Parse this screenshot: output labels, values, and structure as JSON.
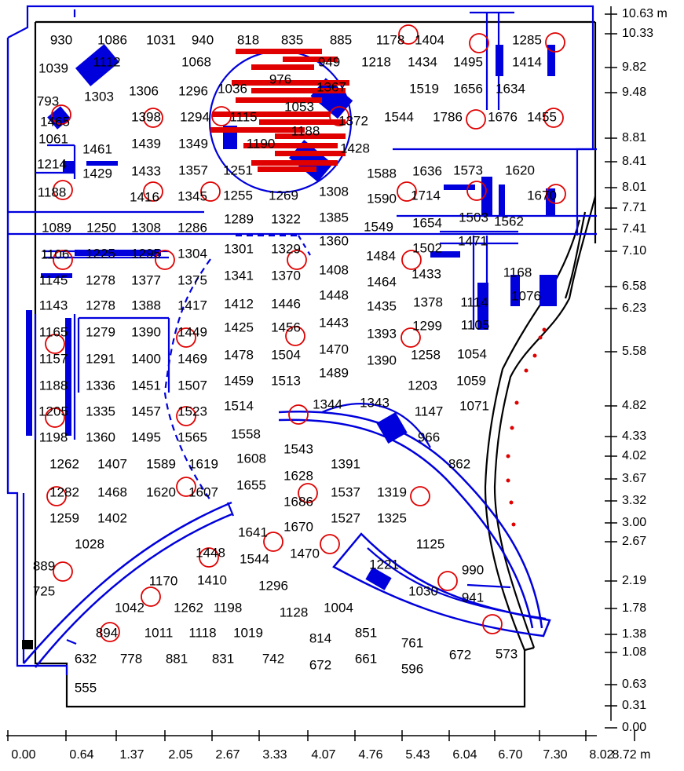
{
  "units": "m",
  "scale": {
    "right_ticks": [
      "10.63",
      "10.33",
      "9.82",
      "9.48",
      "8.81",
      "8.41",
      "8.01",
      "7.71",
      "7.41",
      "7.10",
      "6.58",
      "6.23",
      "5.58",
      "4.82",
      "4.33",
      "4.02",
      "3.67",
      "3.32",
      "3.00",
      "2.67",
      "2.19",
      "1.78",
      "1.38",
      "1.08",
      "0.63",
      "0.31",
      "0.00"
    ],
    "bottom_ticks": [
      "0.00",
      "0.64",
      "1.37",
      "2.05",
      "2.67",
      "3.33",
      "4.07",
      "4.76",
      "5.43",
      "6.04",
      "6.70",
      "7.30",
      "8.02",
      "8.72"
    ]
  },
  "values": [
    "930",
    "1086",
    "1031",
    "940",
    "818",
    "835",
    "885",
    "1178",
    "1404",
    "1285",
    "1039",
    "1112",
    "1068",
    "949",
    "1218",
    "1434",
    "1495",
    "1414",
    "976",
    "1367",
    "1519",
    "1656",
    "1634",
    "793",
    "1303",
    "1306",
    "1296",
    "1036",
    "1053",
    "1465",
    "1398",
    "1294",
    "1115",
    "1372",
    "1544",
    "1786",
    "1676",
    "1455",
    "1061",
    "1439",
    "1349",
    "1188",
    "1190",
    "1428",
    "1461",
    "1214",
    "1429",
    "1433",
    "1357",
    "1251",
    "1588",
    "1636",
    "1573",
    "1620",
    "1188",
    "1416",
    "1345",
    "1255",
    "1269",
    "1308",
    "1590",
    "1714",
    "1670",
    "1385",
    "1289",
    "1322",
    "1654",
    "1503",
    "1562",
    "1089",
    "1250",
    "1308",
    "1286",
    "1549",
    "1471",
    "1360",
    "1301",
    "1329",
    "1484",
    "1502",
    "1106",
    "1225",
    "1295",
    "1304",
    "1408",
    "1433",
    "1145",
    "1278",
    "1377",
    "1375",
    "1341",
    "1370",
    "1464",
    "1168",
    "1448",
    "1076",
    "1143",
    "1278",
    "1388",
    "1417",
    "1412",
    "1446",
    "1435",
    "1378",
    "1114",
    "1443",
    "1105",
    "1299",
    "1165",
    "1279",
    "1390",
    "1449",
    "1425",
    "1456",
    "1393",
    "1470",
    "1157",
    "1291",
    "1400",
    "1469",
    "1478",
    "1504",
    "1390",
    "1258",
    "1054",
    "1489",
    "1188",
    "1336",
    "1451",
    "1507",
    "1459",
    "1513",
    "1059",
    "1203",
    "1343",
    "1344",
    "1147",
    "1071",
    "1205",
    "1335",
    "1457",
    "1523",
    "1514",
    "1198",
    "1360",
    "1495",
    "1565",
    "1558",
    "966",
    "1543",
    "1262",
    "1407",
    "1589",
    "1619",
    "1608",
    "1391",
    "862",
    "1628",
    "1282",
    "1468",
    "1620",
    "1607",
    "1655",
    "1537",
    "1319",
    "1686",
    "1259",
    "1402",
    "1527",
    "1325",
    "1641",
    "1670",
    "1028",
    "1125",
    "1448",
    "1544",
    "1470",
    "889",
    "1410",
    "1221",
    "990",
    "1170",
    "1296",
    "725",
    "1030",
    "941",
    "1042",
    "1262",
    "1198",
    "1004",
    "1128",
    "894",
    "1011",
    "1118",
    "1019",
    "851",
    "814",
    "761",
    "632",
    "778",
    "881",
    "831",
    "742",
    "672",
    "661",
    "672",
    "573",
    "596",
    "555"
  ]
}
